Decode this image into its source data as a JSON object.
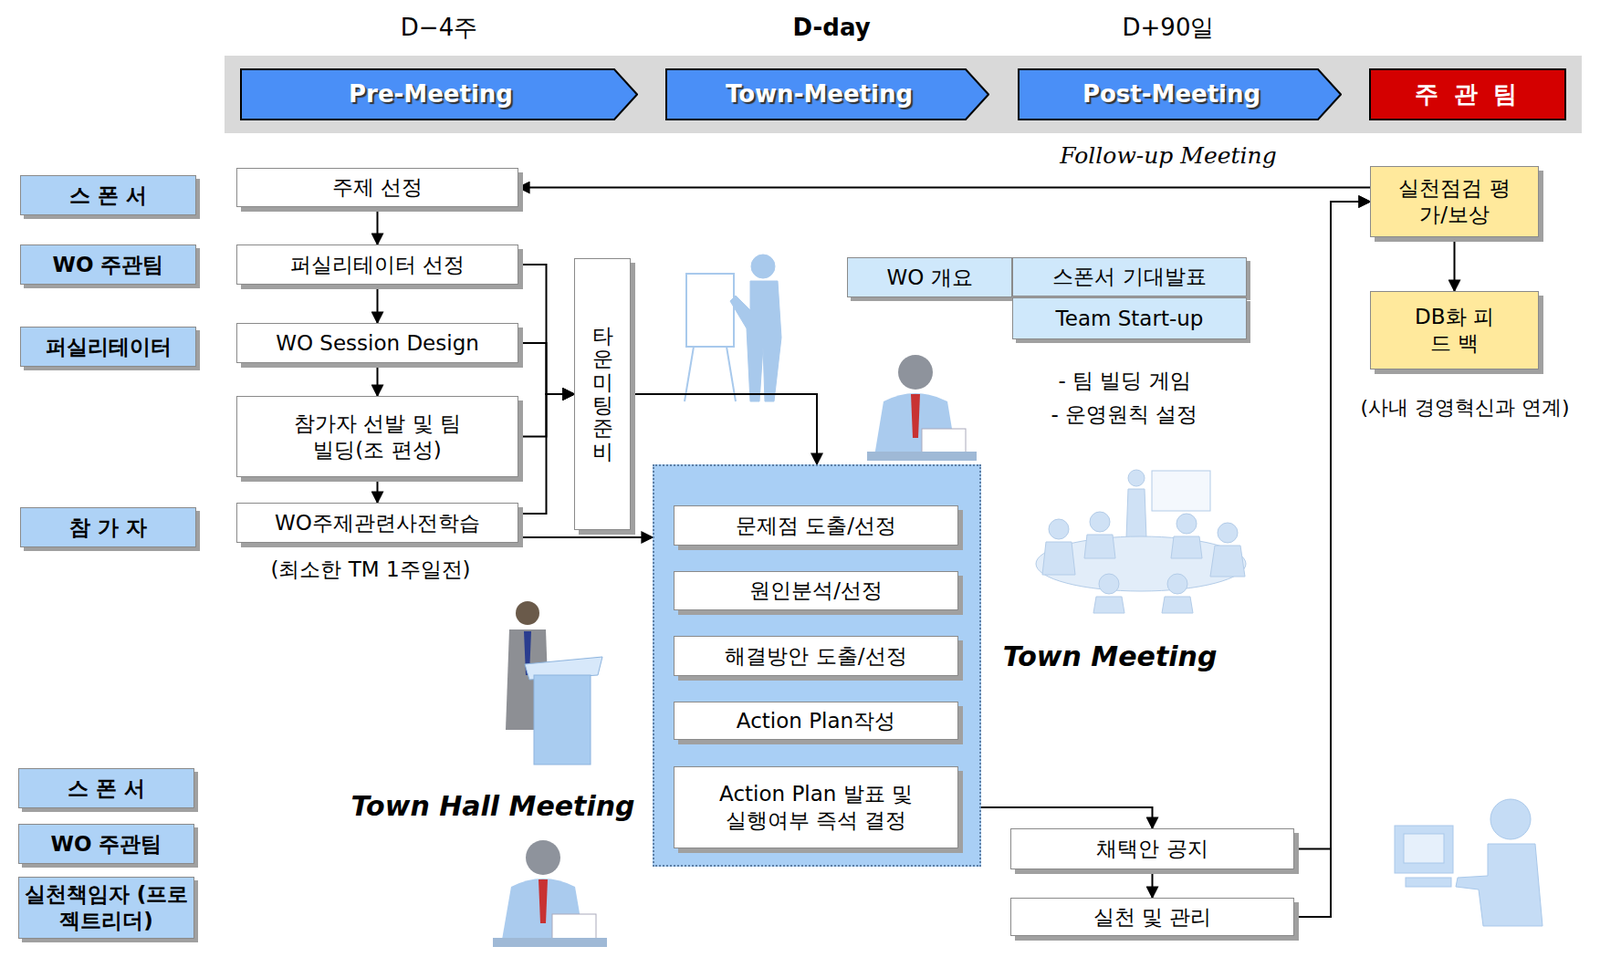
{
  "diagram": {
    "nodes": [
      {
        "text": [
          "Pre-Meeting"
        ]
      },
      {
        "text": [
          "Town-Meeting"
        ]
      },
      {
        "text": [
          "Post-Meeting"
        ]
      },
      {
        "text": [
          "주 관 팀"
        ]
      },
      {
        "text": [
          "스 폰 서"
        ]
      },
      {
        "text": [
          "WO 주관팀"
        ]
      },
      {
        "text": [
          "퍼실리테이터"
        ]
      },
      {
        "text": [
          "참 가 자"
        ]
      },
      {
        "text": [
          "스 폰 서"
        ]
      },
      {
        "text": [
          "WO 주관팀"
        ]
      },
      {
        "text": [
          "실천책임자 (프로젝트리더)"
        ]
      },
      {
        "text": [
          "주제 선정"
        ]
      },
      {
        "text": [
          "퍼실리테이터 선정"
        ]
      },
      {
        "text": [
          "WO Session Design"
        ]
      },
      {
        "text": [
          "참가자 선발 및 팀빌딩(조 편성)"
        ]
      },
      {
        "text": [
          "WO주제관련사전학습"
        ]
      },
      {
        "text": [
          "타운미팅 준비"
        ]
      },
      {
        "text": [
          "WO 개요"
        ]
      },
      {
        "text": [
          "스폰서 기대발표"
        ]
      },
      {
        "text": [
          "Team Start-up"
        ]
      },
      {
        "text": []
      },
      {
        "text": [
          "문제점 도출/선정"
        ],
        "in": 20
      },
      {
        "text": [
          "원인분석/선정"
        ],
        "in": 20
      },
      {
        "text": [
          "해결방안 도출/선정"
        ],
        "in": 20
      },
      {
        "text": [
          "Action Plan작성"
        ],
        "in": 20
      },
      {
        "text": [
          "Action Plan 발표 및 실행여부 즉석 결정"
        ],
        "in": 20
      },
      {
        "text": [
          "채택안 공지"
        ]
      },
      {
        "text": [
          "실천 및 관리"
        ]
      },
      {
        "text": [
          "실천점검 평가/보상"
        ]
      },
      {
        "text": [
          "DB화 피 드 백"
        ]
      }
    ],
    "edges": [
      {
        "from": 28,
        "to": 11,
        "arrow": "to"
      },
      {
        "from": 11,
        "to": 12,
        "arrow": "to"
      },
      {
        "from": 12,
        "to": 13,
        "arrow": "to"
      },
      {
        "from": 13,
        "to": 14,
        "arrow": "to"
      },
      {
        "from": 14,
        "to": 15,
        "arrow": "to"
      },
      {
        "from": 12,
        "to": 16,
        "arrow": "to"
      },
      {
        "from": 13,
        "to": 16,
        "arrow": "to"
      },
      {
        "from": 14,
        "to": 16,
        "arrow": "to"
      },
      {
        "from": 15,
        "to": 16,
        "arrow": "to"
      },
      {
        "from": 16,
        "to": 20,
        "arrow": "to"
      },
      {
        "from": 15,
        "to": 20,
        "arrow": "to"
      },
      {
        "from": 21,
        "to": 22,
        "arrow": "to"
      },
      {
        "from": 22,
        "to": 23,
        "arrow": "to"
      },
      {
        "from": 23,
        "to": 24,
        "arrow": "to"
      },
      {
        "from": 24,
        "to": 25,
        "arrow": "to"
      },
      {
        "from": 25,
        "to": 26,
        "arrow": "to"
      },
      {
        "from": 26,
        "to": 27,
        "arrow": "to"
      },
      {
        "from": 26,
        "to": 28,
        "arrow": "to"
      },
      {
        "from": 27,
        "to": 28,
        "arrow": "to"
      },
      {
        "from": 28,
        "to": 29,
        "arrow": "to"
      }
    ],
    "labels": [
      "D−4주",
      "D-day",
      "D+90일",
      "Follow-up Meeting",
      "- 팀 빌딩 게임",
      "- 운영원칙 설정",
      "(최소한 TM 1주일전)",
      "(사내 경영혁신과 연계)",
      "Town Meeting",
      "Town Hall Meeting"
    ]
  }
}
